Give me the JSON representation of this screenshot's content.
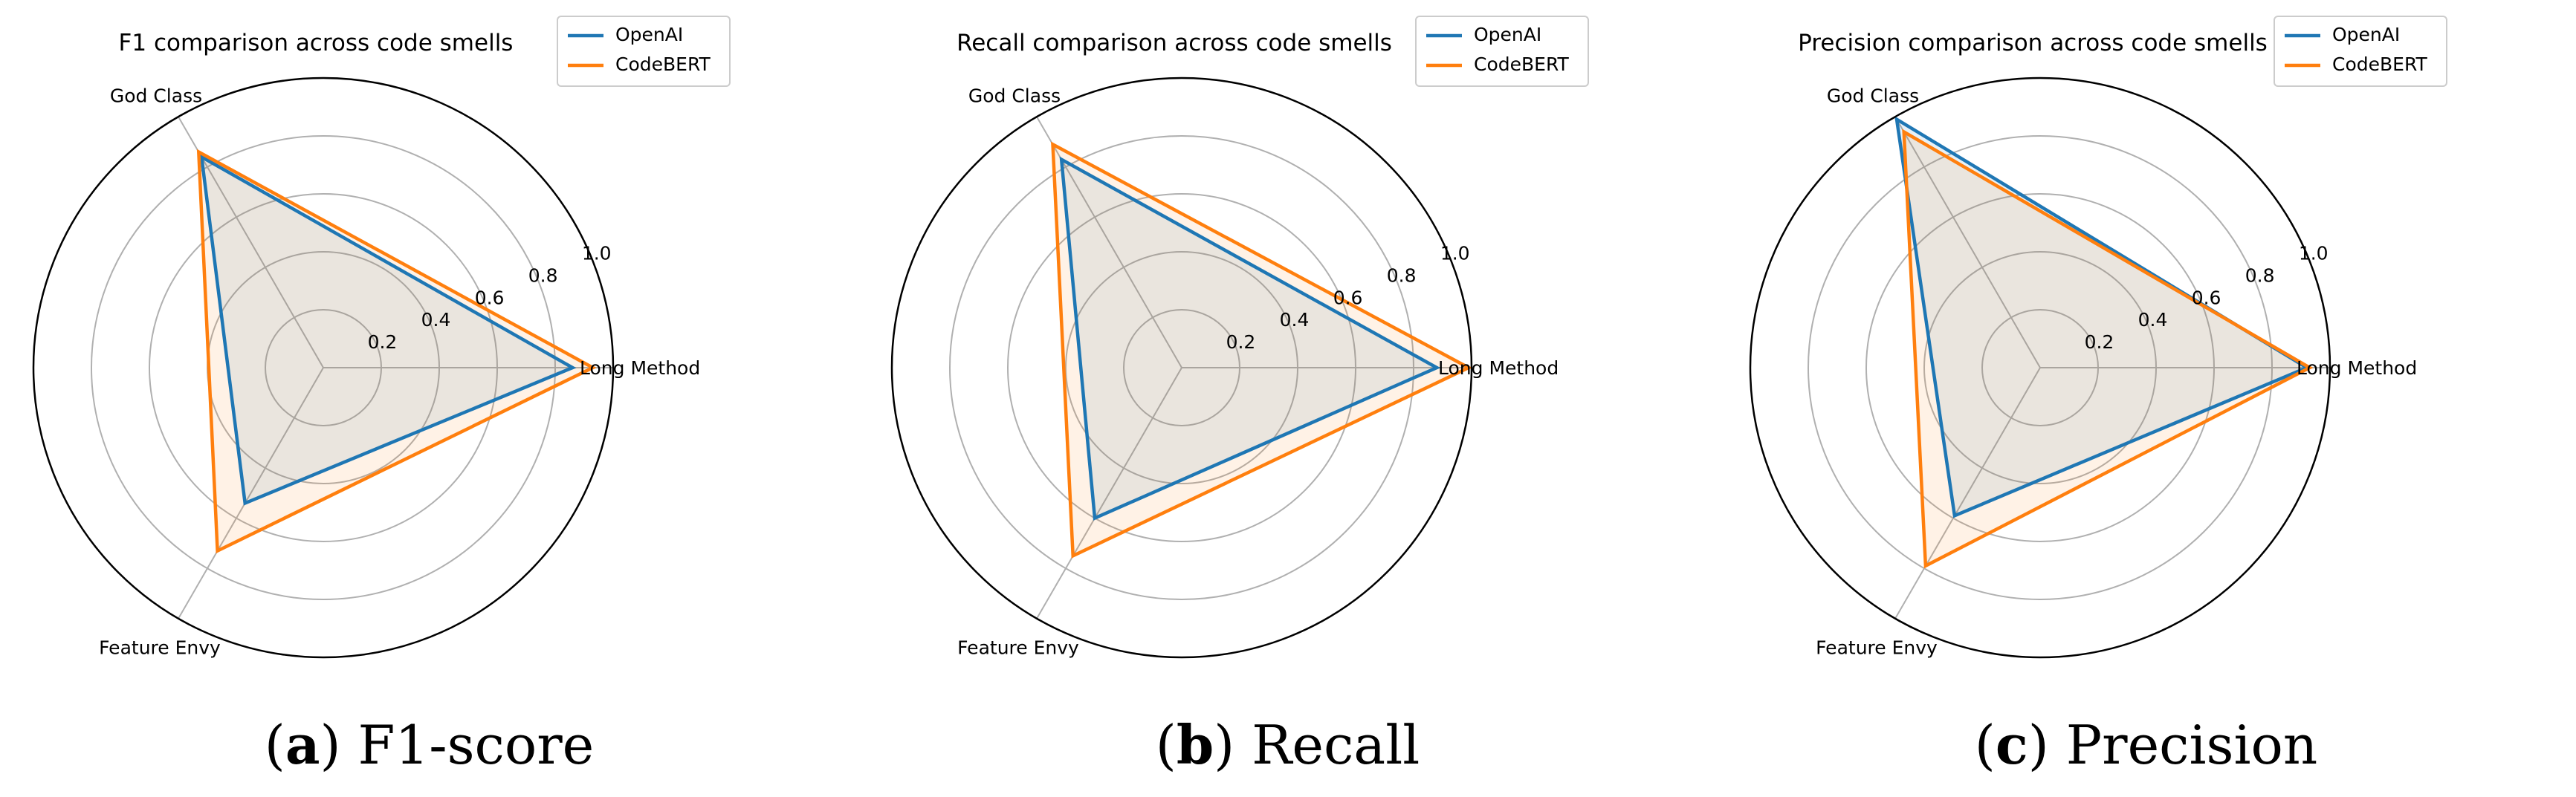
{
  "chart_data": [
    {
      "type": "radar",
      "title": "F1 comparison across code smells",
      "axes": [
        "Long Method",
        "God Class",
        "Feature Envy"
      ],
      "rticks": [
        "0.2",
        "0.4",
        "0.6",
        "0.8",
        "1.0"
      ],
      "rlim": [
        0,
        1.0
      ],
      "grid": true,
      "legend_position": "top-right",
      "series": [
        {
          "name": "OpenAI",
          "color": "#1f77b4",
          "values": [
            0.86,
            0.84,
            0.54
          ]
        },
        {
          "name": "CodeBERT",
          "color": "#ff7f0e",
          "values": [
            0.93,
            0.86,
            0.73
          ]
        }
      ],
      "caption_letter": "(a)",
      "caption_text": "F1-score"
    },
    {
      "type": "radar",
      "title": "Recall comparison across code smells",
      "axes": [
        "Long Method",
        "God Class",
        "Feature Envy"
      ],
      "rticks": [
        "0.2",
        "0.4",
        "0.6",
        "0.8",
        "1.0"
      ],
      "rlim": [
        0,
        1.0
      ],
      "grid": true,
      "legend_position": "top-right",
      "series": [
        {
          "name": "OpenAI",
          "color": "#1f77b4",
          "values": [
            0.88,
            0.83,
            0.6
          ]
        },
        {
          "name": "CodeBERT",
          "color": "#ff7f0e",
          "values": [
            0.99,
            0.89,
            0.75
          ]
        }
      ],
      "caption_letter": "(b)",
      "caption_text": "Recall"
    },
    {
      "type": "radar",
      "title": "Precision comparison across code smells",
      "axes": [
        "Long Method",
        "God Class",
        "Feature Envy"
      ],
      "rticks": [
        "0.2",
        "0.4",
        "0.6",
        "0.8",
        "1.0"
      ],
      "rlim": [
        0,
        1.0
      ],
      "grid": true,
      "legend_position": "top-right",
      "series": [
        {
          "name": "OpenAI",
          "color": "#1f77b4",
          "values": [
            0.92,
            0.99,
            0.59
          ]
        },
        {
          "name": "CodeBERT",
          "color": "#ff7f0e",
          "values": [
            0.93,
            0.94,
            0.79
          ]
        }
      ],
      "caption_letter": "(c)",
      "caption_text": "Precision"
    }
  ]
}
